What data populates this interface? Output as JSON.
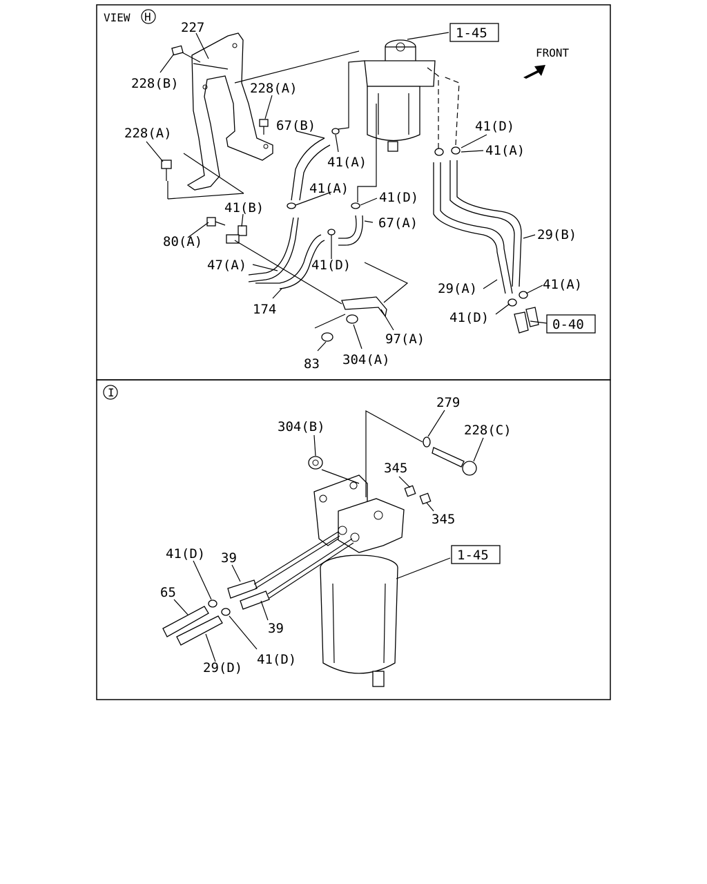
{
  "panel_top": {
    "view_prefix": "VIEW",
    "view_letter": "H",
    "front_label": "FRONT",
    "labels": {
      "l227": "227",
      "l228b": "228(B)",
      "l228a_top": "228(A)",
      "l228a_left": "228(A)",
      "l67b": "67(B)",
      "l41a_1": "41(A)",
      "l41a_2": "41(A)",
      "l41d_1": "41(D)",
      "l41a_3": "41(A)",
      "l41b": "41(B)",
      "l41d_2": "41(D)",
      "l67a": "67(A)",
      "l80a": "80(A)",
      "l47a": "47(A)",
      "l41d_3": "41(D)",
      "l29b": "29(B)",
      "l29a": "29(A)",
      "l41a_4": "41(A)",
      "l41d_4": "41(D)",
      "l174": "174",
      "l97a": "97(A)",
      "l304a": "304(A)",
      "l83": "83"
    },
    "ref_boxes": {
      "assy": "1-45",
      "ref040": "0-40"
    }
  },
  "panel_bottom": {
    "view_letter": "I",
    "labels": {
      "l279": "279",
      "l304b": "304(B)",
      "l228c": "228(C)",
      "l345_1": "345",
      "l345_2": "345",
      "l41d_1": "41(D)",
      "l39_1": "39",
      "l65": "65",
      "l39_2": "39",
      "l29d": "29(D)",
      "l41d_2": "41(D)"
    },
    "ref_boxes": {
      "assy": "1-45"
    }
  }
}
